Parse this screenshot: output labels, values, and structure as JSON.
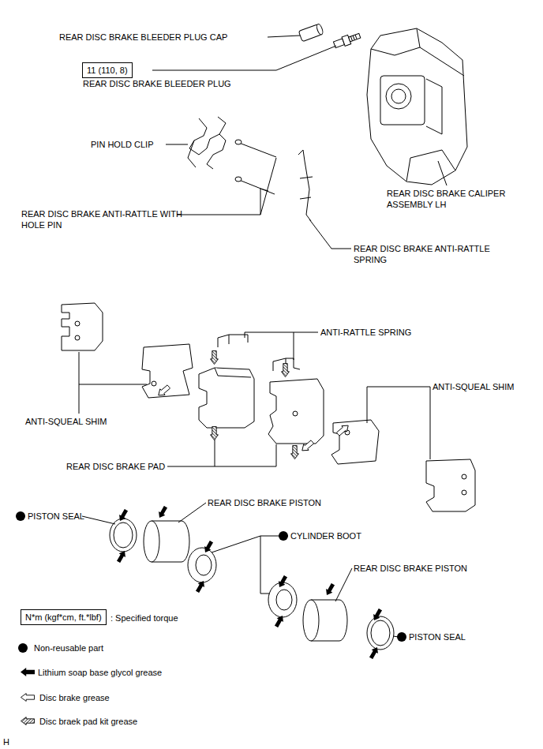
{
  "diagram": {
    "nodes": [
      {
        "text": [
          "11 (110, 8)"
        ]
      },
      {
        "text": [
          "N*m (kgf*cm, ft.*lbf)"
        ]
      }
    ],
    "labels": [
      "REAR DISC BRAKE BLEEDER PLUG CAP",
      "REAR DISC BRAKE BLEEDER PLUG",
      "PIN HOLD CLIP",
      "REAR DISC BRAKE ANTI-RATTLE WITH HOLE PIN",
      "REAR DISC BRAKE CALIPER ASSEMBLY LH",
      "REAR DISC BRAKE ANTI-RATTLE SPRING",
      "ANTI-RATTLE SPRING",
      "ANTI-SQUEAL SHIM",
      "ANTI-SQUEAL SHIM",
      "REAR DISC BRAKE PAD",
      "REAR DISC BRAKE PISTON",
      "PISTON SEAL",
      "CYLINDER BOOT",
      "REAR DISC BRAKE PISTON",
      "PISTON SEAL",
      "H"
    ],
    "legend": [
      {
        "text": ": Specified torque"
      },
      {
        "text": "Non-reusable part"
      },
      {
        "text": "Lithium soap base glycol grease"
      },
      {
        "text": "Disc brake grease"
      },
      {
        "text": "Disc braek pad kit grease"
      }
    ]
  }
}
